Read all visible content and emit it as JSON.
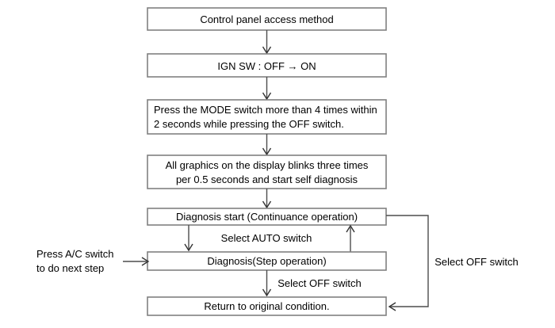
{
  "diagram": {
    "title": "Control panel access method flowchart",
    "background_color": "#ffffff",
    "box_border_color": "#808080",
    "line_color": "#4d4d4d",
    "text_color": "#000000"
  },
  "nodes": {
    "control_panel_access": "Control panel access method",
    "ign_sw": "IGN SW : OFF → ON",
    "press_mode_line1": "Press the MODE switch more than 4 times within",
    "press_mode_line2": "2 seconds while pressing the OFF switch.",
    "blinks_line1": "All graphics on the display blinks three times",
    "blinks_line2": "per 0.5 seconds and start self diagnosis",
    "diagnosis_start": "Diagnosis start (Continuance operation)",
    "diagnosis_step": "Diagnosis(Step operation)",
    "return_condition": "Return to original condition."
  },
  "edge_labels": {
    "select_auto": "Select AUTO switch",
    "select_off_middle": "Select OFF switch",
    "select_off_right": "Select OFF switch"
  },
  "annotations": {
    "ac_switch_line1": "Press A/C switch",
    "ac_switch_line2": "to do next step"
  }
}
